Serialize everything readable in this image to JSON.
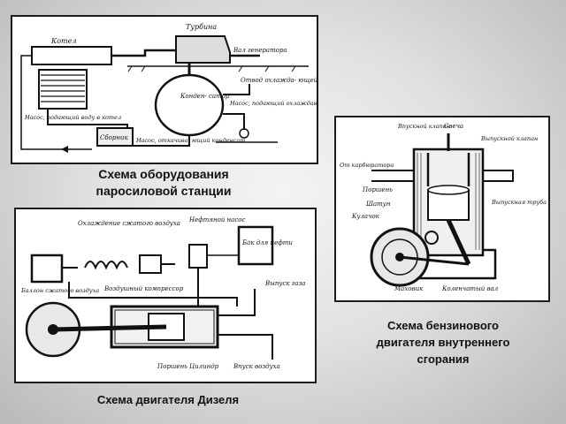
{
  "captions": {
    "steam": [
      "Схема оборудования",
      "паросиловой станции"
    ],
    "petrol": [
      "Схема бензинового",
      "двигателя внутреннего",
      "сгорания"
    ],
    "diesel": "Схема двигателя Дизеля"
  },
  "steam_labels": {
    "boiler": "Котел",
    "turbine": "Турбина",
    "to_generator": "Вал генератора",
    "cooling_water_out": "Отвод охлажда- ющей воды",
    "condenser": "Конден- сатор",
    "pump": "Насос, подающий охлаждающую воду",
    "feed_pump": "Насос, подающий воду в котел",
    "condensate_pump": "Насос, откачива- ющий конденсат",
    "storage": "Сборник"
  },
  "petrol_labels": {
    "intake_valve": "Впускной клапан",
    "spark_plug": "Свеча",
    "exhaust_valve": "Выпускной клапан",
    "from_carburetor": "От карбюратора",
    "piston": "Поршень",
    "conrod": "Шатун",
    "exhaust_pipe": "Выпускная труба",
    "cam": "Кулачок",
    "flywheel": "Маховик",
    "crankshaft": "Коленчатый вал"
  },
  "diesel_labels": {
    "air_cooling": "Охлаждение сжатого воздуха",
    "oil_pump": "Нефтяной насос",
    "oil_tank": "Бак для нефти",
    "air_tank": "Баллон сжатого воздуха",
    "air_compressor": "Воздушный компрессор",
    "exhaust": "Выпуск газа",
    "piston": "Поршень",
    "cylinder": "Цилиндр",
    "air_intake": "Впуск воздуха"
  }
}
